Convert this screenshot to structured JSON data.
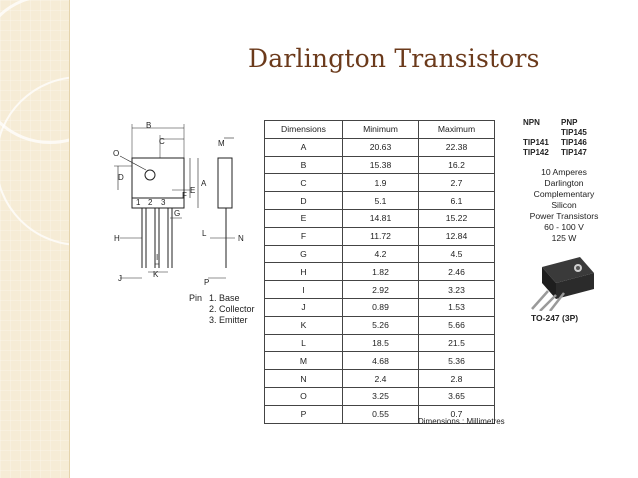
{
  "slide": {
    "title": "Darlington Transistors"
  },
  "drawing": {
    "dim_letters": [
      "B",
      "C",
      "D",
      "O",
      "F",
      "E",
      "A",
      "G",
      "M",
      "L",
      "N",
      "H",
      "J",
      "K",
      "I",
      "P"
    ],
    "pin_numbers": [
      "1",
      "2",
      "3"
    ],
    "pin_label": "Pin",
    "pins": [
      "1. Base",
      "2. Collector",
      "3. Emitter"
    ]
  },
  "table": {
    "headers": [
      "Dimensions",
      "Minimum",
      "Maximum"
    ],
    "rows": [
      [
        "A",
        "20.63",
        "22.38"
      ],
      [
        "B",
        "15.38",
        "16.2"
      ],
      [
        "C",
        "1.9",
        "2.7"
      ],
      [
        "D",
        "5.1",
        "6.1"
      ],
      [
        "E",
        "14.81",
        "15.22"
      ],
      [
        "F",
        "11.72",
        "12.84"
      ],
      [
        "G",
        "4.2",
        "4.5"
      ],
      [
        "H",
        "1.82",
        "2.46"
      ],
      [
        "I",
        "2.92",
        "3.23"
      ],
      [
        "J",
        "0.89",
        "1.53"
      ],
      [
        "K",
        "5.26",
        "5.66"
      ],
      [
        "L",
        "18.5",
        "21.5"
      ],
      [
        "M",
        "4.68",
        "5.36"
      ],
      [
        "N",
        "2.4",
        "2.8"
      ],
      [
        "O",
        "3.25",
        "3.65"
      ],
      [
        "P",
        "0.55",
        "0.7"
      ]
    ],
    "note": "Dimensions : Millimetres"
  },
  "parts": {
    "header": [
      "NPN",
      "PNP"
    ],
    "rows": [
      [
        "",
        "TIP145"
      ],
      [
        "TIP141",
        "TIP146"
      ],
      [
        "TIP142",
        "TIP147"
      ]
    ],
    "description": [
      "10 Amperes",
      "Darlington",
      "Complementary",
      "Silicon",
      "Power Transistors",
      "60 - 100 V",
      "125 W"
    ],
    "package_label": "TO-247 (3P)"
  },
  "colors": {
    "title": "#6b3a1b",
    "band": "#f6ecd6"
  }
}
